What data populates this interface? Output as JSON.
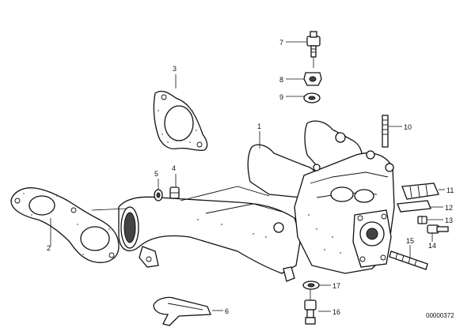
{
  "labels": {
    "p1": "1",
    "p2": "2",
    "p3": "3",
    "p4": "4",
    "p5": "5",
    "p6": "6",
    "p7": "7",
    "p8": "8",
    "p9": "9",
    "p10": "10",
    "p11": "11",
    "p12": "12",
    "p13": "13",
    "p14": "14",
    "p15": "15",
    "p16": "16",
    "p17": "17"
  },
  "reference_number": "00000372"
}
